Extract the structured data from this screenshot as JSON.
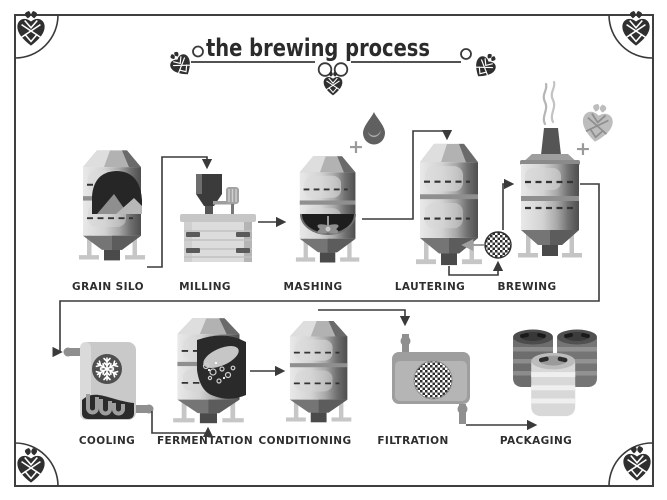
{
  "title": "the brewing process",
  "stages": {
    "top": [
      {
        "label": "GRAIN SILO"
      },
      {
        "label": "MILLING"
      },
      {
        "label": "MASHING"
      },
      {
        "label": "LAUTERING"
      },
      {
        "label": "BREWING"
      }
    ],
    "bottom": [
      {
        "label": "COOLING"
      },
      {
        "label": "FERMENTATION"
      },
      {
        "label": "CONDITIONING"
      },
      {
        "label": "FILTRATION"
      },
      {
        "label": "PACKAGING"
      }
    ]
  },
  "annotations": {
    "water_plus": "+",
    "hops_plus": "+"
  },
  "icons": {
    "corner_decoration": "hop-cone-icon",
    "title_ends": "hop-cone-icon",
    "mashing_addition": "water-drop-icon",
    "brewing_addition": "hop-cone-icon",
    "brewing_top": "steam-icon",
    "cooling_symbol": "snowflake-icon",
    "lautering_symbol": "filter-mesh-icon",
    "filtration_symbol": "filter-mesh-icon",
    "packaging_symbol": "keg-icon"
  },
  "colors": {
    "background": "#ffffff",
    "ink": "#3a3a3a",
    "machine_light": "#dcdcdc",
    "machine_mid": "#a8a8a8",
    "machine_dark": "#4a4a4a"
  }
}
